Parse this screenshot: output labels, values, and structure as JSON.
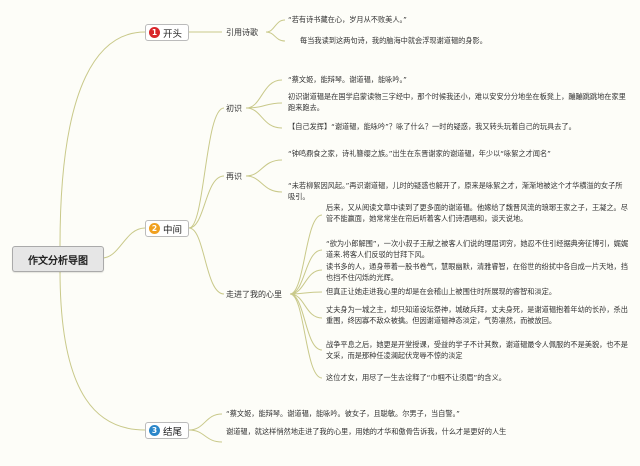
{
  "root": {
    "label": "作文分析导图"
  },
  "branches": [
    {
      "number": "1",
      "label": "开头",
      "color": "#d9262a",
      "subs": [
        {
          "label": "引用诗歌",
          "leaves": [
            "“若有诗书藏在心，岁月从不败美人。”",
            "每当我读到这两句诗，我的脑海中就会浮现谢道韫的身影。"
          ]
        }
      ]
    },
    {
      "number": "2",
      "label": "中间",
      "color": "#f0a020",
      "subs": [
        {
          "label": "初识",
          "leaves": [
            "“蔡文姬，能辩琴。谢道韫，能咏吟。”",
            "初识谢道韫是在国学启蒙读物三字经中，那个时候我还小，难以安安分分地坐在板凳上，蹦蹦跳跳地在家里跑来跑去。",
            "【自己发挥】“谢道韫，能咏吟”？咏了什么？一时的疑惑，我又转头玩着自己的玩具去了。"
          ]
        },
        {
          "label": "再识",
          "leaves": [
            "“钟鸣鼎食之家，诗礼簪缨之族。”出生在东晋谢家的谢道韫，年少以“咏絮之才闻名”",
            "“未若柳絮因风起。”再识谢道韫，儿时的疑惑也解开了，原来是咏絮之才，渐渐地被这个才华横溢的女子所吸引。"
          ]
        },
        {
          "label": "走进了我的心里",
          "leaves": [
            "后来，又从阅读文章中读到了更多面的谢道韫。他嫁给了魏晋风流的琅琊王家之子，王凝之。尽管不能赢面，她常常坐在帘后听着客人们诗酒唱和，谈天说地。",
            "“欲为小郎解围”，一次小叔子王献之被客人们说的理屈词穷，她忍不住引经据典旁征博引，娓娓道来.将客人们反驳的甘拜下风。",
            "读书多的人，通身带着一股书卷气，慧眼幽默，清雅睿智，在俗世的纷扰中各自成一片天地，挡也挡不住闪烁的光辉。",
            "但真正让她走进我心里的却是在会稽山上被围住时所展现的睿智和淡定。",
            "丈夫身为一城之主，却只知道设坛祭神，城破兵拜，丈夫身死，是谢道韫抱着年幼的长孙，杀出重围，终因寡不敌众被擒。但因谢道韫神态淡定，气势凛然，而被放回。",
            "战争平息之后，她更是开堂授课，受益的学子不计其数，谢道韫最令人佩服的不是美貌，也不是文采，而是那种任凌澜起伏宠辱不惊的淡定",
            "这位才女，用尽了一生去诠释了“巾帼不让须眉”的含义。"
          ]
        }
      ]
    },
    {
      "number": "3",
      "label": "结尾",
      "color": "#2a86c9",
      "subs": [
        {
          "label": "",
          "leaves": [
            "“蔡文姬，能辩琴。谢道韫，能咏吟。彼女子，且聪敏。尔男子，当自警。”",
            "谢道韫，就这样悄然地走进了我的心里，用她的才华和傲骨告诉我，什么才是更好的人生"
          ]
        }
      ]
    }
  ],
  "colors": {
    "connector": "#c9c98a",
    "background": "#fdfdf8"
  }
}
